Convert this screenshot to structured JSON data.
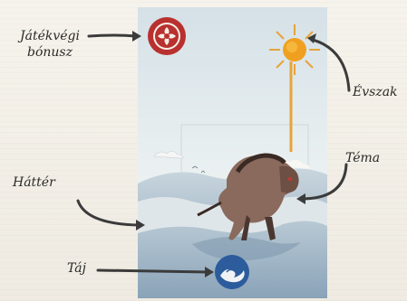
{
  "labels": {
    "bonus_line1": "Játékvégi",
    "bonus_line2": "bónusz",
    "season": "Évszak",
    "theme": "Téma",
    "background": "Háttér",
    "landscape": "Táj"
  },
  "icons": {
    "bonus": "flower-medallion-icon",
    "season": "sun-icon",
    "landscape": "wave-icon"
  },
  "colors": {
    "bonus_red": "#b8312f",
    "sun_orange": "#f0a020",
    "water_blue": "#2c5c9c",
    "sky": "#dfe8ec"
  }
}
